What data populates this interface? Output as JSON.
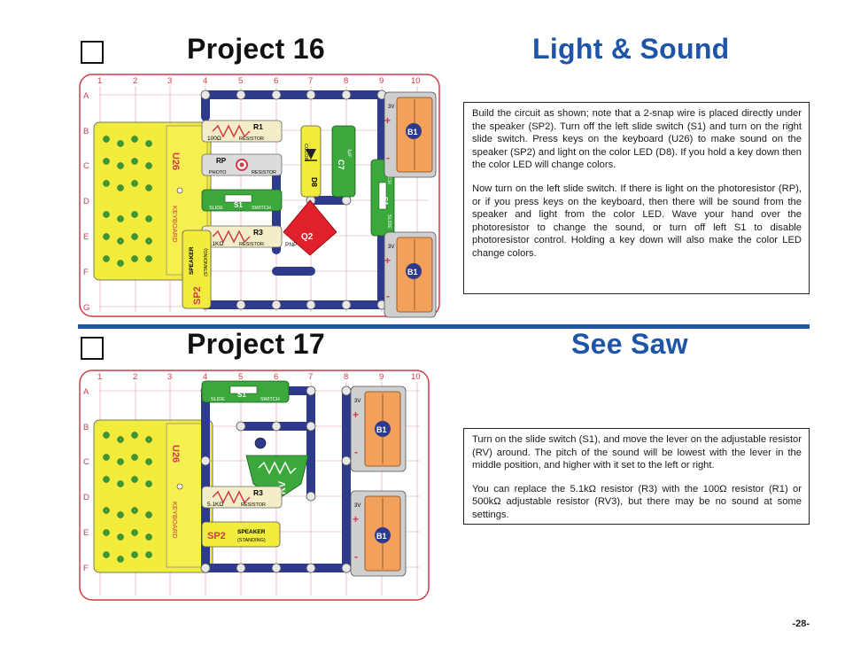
{
  "projects": [
    {
      "title": "Project 16",
      "subtitle": "Light & Sound",
      "paragraphs": [
        "Build the circuit as shown; note that a 2-snap wire is placed directly under the speaker (SP2). Turn off the left slide switch (S1) and turn on the right slide switch. Press keys on the keyboard (U26) to make sound on the speaker (SP2) and light on the color LED (D8). If you hold a key down then the color LED will change colors.",
        "Now turn on the left slide switch. If there is light on the photoresistor (RP), or if you press keys on the keyboard, then there will be sound from the speaker and light from the color LED. Wave your hand over the photoresistor to change the sound, or turn off left S1 to disable photoresistor control. Holding a key down will also make the color LED change colors."
      ],
      "board": {
        "cols": [
          "1",
          "2",
          "3",
          "4",
          "5",
          "6",
          "7",
          "8",
          "9",
          "10"
        ],
        "rows": [
          "A",
          "B",
          "C",
          "D",
          "E",
          "F",
          "G"
        ],
        "parts": {
          "keyboard": "U26",
          "keyboard_label": "KEYBOARD",
          "r1": "R1",
          "r1_value": "100Ω",
          "r1_word": "RESISTOR",
          "rp": "RP",
          "rp_word1": "PHOTO",
          "rp_word2": "RESISTOR",
          "s1": "S1",
          "s1_word1": "SLIDE",
          "s1_word2": "SWITCH",
          "r3": "R3",
          "r3_value": "5.1KΩ",
          "r3_word": "RESISTOR",
          "sp2": "SP2",
          "sp2_word1": "SPEAKER",
          "sp2_word2": "(STANDING)",
          "q2": "Q2",
          "q2_word": "PNP",
          "d8": "D8",
          "d8_word": "COLOR",
          "c7": "C7",
          "c7_value": "1μF",
          "s1b": "S1",
          "s1b_word1": "SLIDE",
          "s1b_word2": "SWITCH",
          "b1": "B1",
          "b1_volt": "3V"
        }
      }
    },
    {
      "title": "Project 17",
      "subtitle": "See Saw",
      "paragraphs": [
        "Turn on the slide switch (S1), and move the lever on the adjustable resistor (RV) around. The pitch of the sound will be lowest with the lever in the middle position, and higher with it set to the left or right.",
        "You can replace the 5.1kΩ resistor (R3) with the 100Ω resistor (R1) or 500kΩ adjustable resistor (RV3), but there may be no sound at some settings."
      ],
      "board": {
        "cols": [
          "1",
          "2",
          "3",
          "4",
          "5",
          "6",
          "7",
          "8",
          "9",
          "10"
        ],
        "rows": [
          "A",
          "B",
          "C",
          "D",
          "E",
          "F"
        ],
        "parts": {
          "keyboard": "U26",
          "keyboard_label": "KEYBOARD",
          "s1": "S1",
          "s1_word1": "SLIDE",
          "s1_word2": "SWITCH",
          "rv": "RV",
          "r3": "R3",
          "r3_value": "5.1KΩ",
          "r3_word": "RESISTOR",
          "sp2": "SP2",
          "sp2_word1": "SPEAKER",
          "sp2_word2": "(STANDING)",
          "b1": "B1",
          "b1_volt": "3V"
        }
      }
    }
  ],
  "page_number": "-28-",
  "colors": {
    "accent_blue": "#1f55a8",
    "wire_navy": "#2e3a8c",
    "keyboard_yellow": "#f2ec3c",
    "part_green": "#3aa83a",
    "transistor_red": "#e0202a",
    "battery_orange": "#f2a05a",
    "board_border_red": "#d23a4a"
  }
}
